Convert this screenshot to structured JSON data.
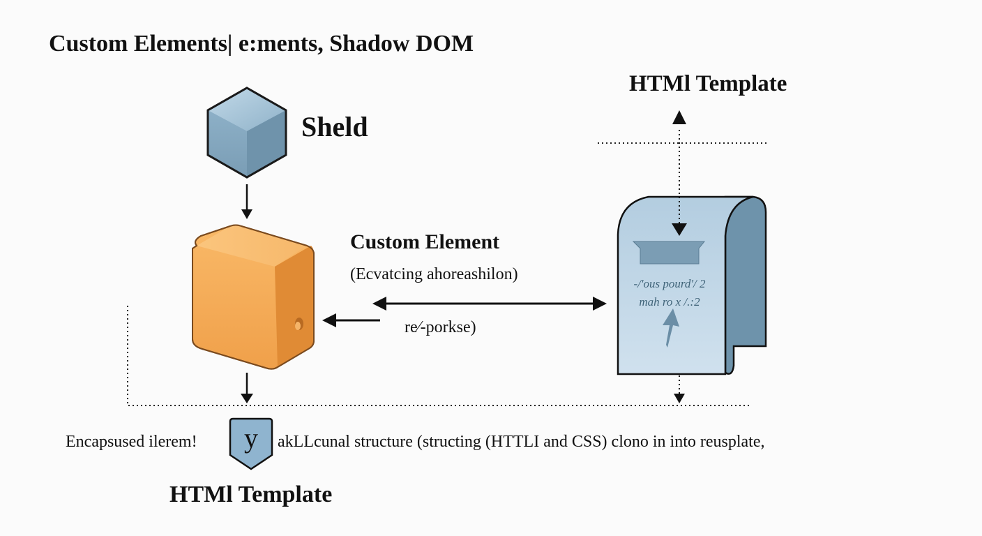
{
  "diagram": {
    "title": "Custom Elements| e:ments, Shadow DOM",
    "nodes": {
      "shield": {
        "label": "Sheld",
        "icon": "blue-cube-icon"
      },
      "custom_element": {
        "label": "Custom Element",
        "sublabel": "(Ecvatcing ahoreashilon)",
        "icon": "orange-box-icon"
      },
      "template_top": {
        "label": "HTMl Template"
      },
      "template_doc": {
        "icon": "document-scroll-icon",
        "lines": [
          "-/'ous pourd'/ 2",
          "mah ro x /.:2"
        ]
      },
      "template_bottom": {
        "label": "HTMl Template"
      }
    },
    "edges": {
      "bidirectional_label": "re⁄-porkse)"
    },
    "footer": {
      "left_text": "Encapsused ilerem!",
      "badge_glyph": "y",
      "right_text": "akLLcunal structure (structing (HTTLI and CSS) clono in into reusplate,"
    }
  }
}
